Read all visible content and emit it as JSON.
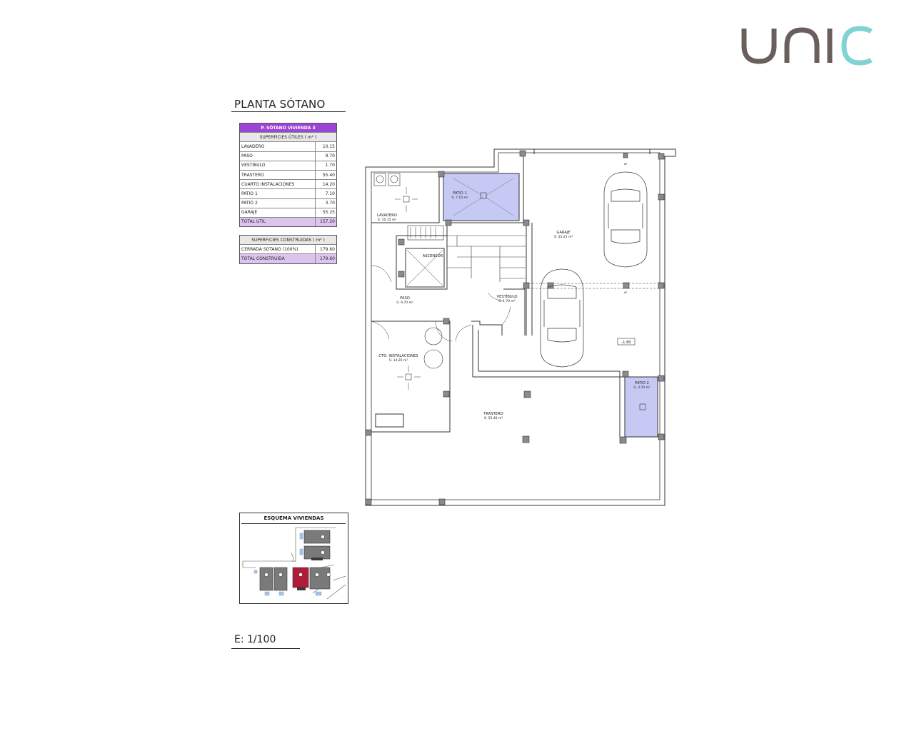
{
  "brand": {
    "name": "unic",
    "colors": {
      "dark": "#6b5f5d",
      "accent": "#7fd3d3"
    }
  },
  "title": "PLANTA SÓTANO",
  "table_util": {
    "title": "P. SÓTANO VIVIENDA 3",
    "header": "SUPERFICIES ÚTILES ( m² )",
    "rows": [
      {
        "name": "LAVADERO",
        "value": "10.15"
      },
      {
        "name": "PASO",
        "value": "9.70"
      },
      {
        "name": "VESTÍBULO",
        "value": "1.70"
      },
      {
        "name": "TRASTERO",
        "value": "55.40"
      },
      {
        "name": "CUARTO INSTALACIONES",
        "value": "14.20"
      },
      {
        "name": "PATIO 1",
        "value": "7.10"
      },
      {
        "name": "PATIO 2",
        "value": "3.70"
      },
      {
        "name": "GARAJE",
        "value": "55.25"
      }
    ],
    "total": {
      "name": "TOTAL ÚTIL",
      "value": "157.20"
    }
  },
  "table_cons": {
    "header": "SUPERFICIES CONSTRUIDAS ( m² )",
    "rows": [
      {
        "name": "CERRADA SÓTANO (100%)",
        "value": "179.60"
      }
    ],
    "total": {
      "name": "TOTAL CONSTRUIDA",
      "value": "179.60"
    }
  },
  "plan": {
    "rooms": {
      "patio1": {
        "name": "PATIO 1",
        "area": "S: 7.10 m²"
      },
      "lavadero": {
        "name": "LAVADERO",
        "area": "S: 10.15 m²"
      },
      "garaje": {
        "name": "GARAJE",
        "area": "S: 55.25 m²"
      },
      "ascensor": {
        "name": "ASCENSOR"
      },
      "paso": {
        "name": "PASO",
        "area": "S: 9.70 m²"
      },
      "vestibulo": {
        "name": "VESTÍBULO",
        "area": "S: 1.70 m²"
      },
      "instalaciones": {
        "name": "CTO. INSTALACIONES",
        "area": "S: 14.20 m²"
      },
      "trastero": {
        "name": "TRASTERO",
        "area": "S: 55.40 m²"
      },
      "patio2": {
        "name": "PATIO 2",
        "area": "S: 3.70 m²"
      }
    },
    "level_tag": "-1.80",
    "ap_marks": [
      "AP",
      "AP"
    ],
    "patio_fill": "#c6c9f4"
  },
  "scheme": {
    "title": "ESQUEMA VIVIENDAS",
    "highlight_color": "#b01b3a"
  },
  "scale": "E: 1/100"
}
